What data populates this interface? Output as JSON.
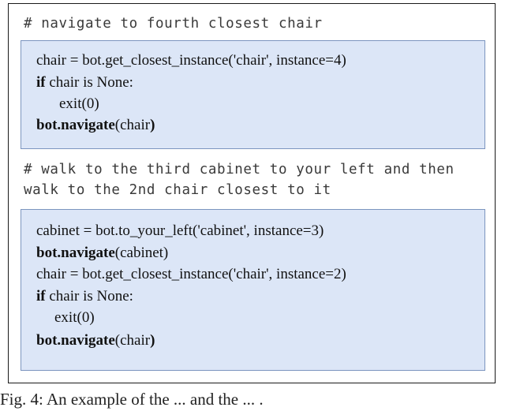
{
  "comment1": "# navigate to fourth closest chair",
  "block1": {
    "line1": "chair = bot.get_closest_instance('chair', instance=4)",
    "line2_kw": "if",
    "line2_rest": " chair is None:",
    "line3": "exit(0)",
    "line4_kw": "bot.navigate",
    "line4_rest": "(chair",
    "line4_close": ")"
  },
  "comment2_line1": "# walk to the third cabinet to your left and then",
  "comment2_line2": "walk to the 2nd chair closest to it",
  "block2": {
    "line1": "cabinet = bot.to_your_left('cabinet', instance=3)",
    "line2_kw": "bot.navigate",
    "line2_rest": "(cabinet)",
    "line3": "chair = bot.get_closest_instance('chair', instance=2)",
    "line4_kw": "if",
    "line4_rest": " chair is None:",
    "line5": "exit(0)",
    "line6_kw": "bot.navigate",
    "line6_rest": "(chair",
    "line6_close": ")"
  },
  "caption": "Fig. 4: An example of the ... and the ... . "
}
